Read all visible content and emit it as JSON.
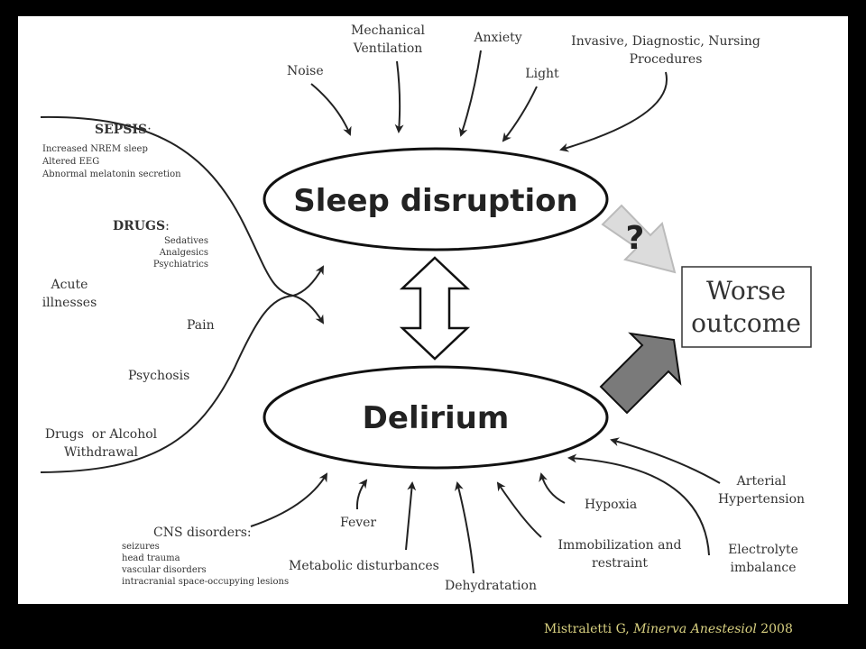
{
  "central": {
    "sleep_disruption": "Sleep disruption",
    "delirium": "Delirium",
    "question_mark": "?",
    "outcome_line1": "Worse",
    "outcome_line2": "outcome"
  },
  "top_factors": {
    "noise": "Noise",
    "mech_vent_1": "Mechanical",
    "mech_vent_2": "Ventilation",
    "anxiety": "Anxiety",
    "light": "Light",
    "procedures_1": "Invasive, Diagnostic, Nursing",
    "procedures_2": "Procedures"
  },
  "left_factors": {
    "sepsis_title": "SEPSIS",
    "sepsis_colon": ":",
    "sepsis_items": [
      "Increased NREM sleep",
      "Altered EEG",
      "Abnormal melatonin secretion"
    ],
    "drugs_title": "DRUGS",
    "drugs_colon": ":",
    "drugs_items": [
      "Sedatives",
      "Analgesics",
      "Psychiatrics"
    ],
    "acute_1": "Acute",
    "acute_2": "illnesses",
    "pain": "Pain",
    "psychosis": "Psychosis",
    "withdrawal_1": "Drugs  or Alcohol",
    "withdrawal_2": "Withdrawal"
  },
  "bottom_factors": {
    "cns_title": "CNS disorders:",
    "cns_items": [
      "seizures",
      "head trauma",
      "vascular disorders",
      "intracranial space-occupying lesions"
    ],
    "fever": "Fever",
    "metabolic": "Metabolic disturbances",
    "dehydration": "Dehydratation",
    "immob_1": "Immobilization and",
    "immob_2": "restraint",
    "hypoxia": "Hypoxia",
    "electrolyte_1": "Electrolyte",
    "electrolyte_2": "imbalance",
    "hypertension_1": "Arterial",
    "hypertension_2": "Hypertension"
  },
  "citation": {
    "author": "Mistraletti G, ",
    "journal": "Minerva Anestesiol",
    "year": " 2008"
  }
}
